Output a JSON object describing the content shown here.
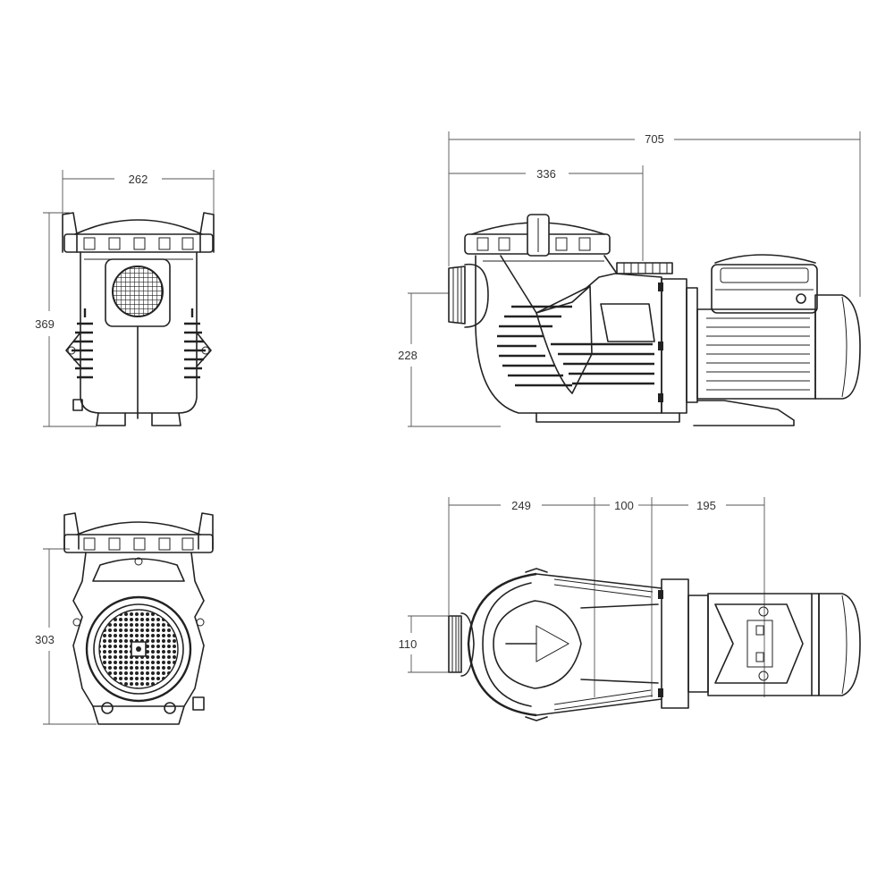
{
  "views": {
    "front_top": {
      "width": "262",
      "height": "369"
    },
    "side": {
      "overall": "705",
      "inlet_to_outlet": "336",
      "inlet_height": "228"
    },
    "front_bottom": {
      "height": "303"
    },
    "top": {
      "seg1": "249",
      "seg2": "100",
      "seg3": "195",
      "inlet_offset": "110"
    }
  }
}
